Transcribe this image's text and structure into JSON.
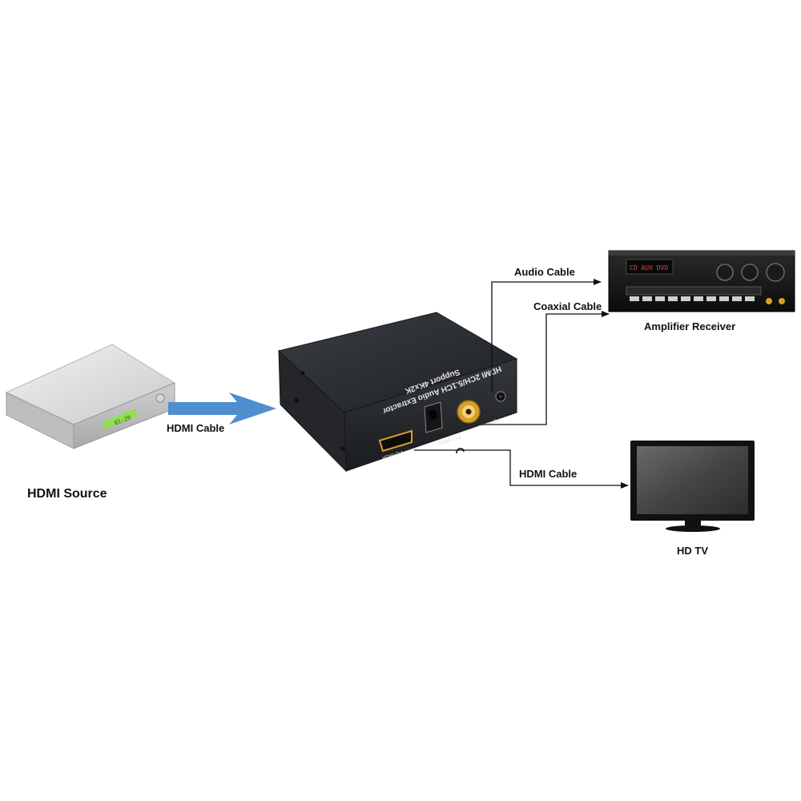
{
  "diagram": {
    "source_label": "HDMI Source",
    "input_cable_label": "HDMI Cable",
    "audio_cable_label": "Audio Cable",
    "coaxial_cable_label": "Coaxial Cable",
    "output_cable_label": "HDMI Cable",
    "amplifier_label": "Amplifier Receiver",
    "tv_label": "HD TV"
  },
  "device": {
    "title_line1": "HDMI 2CH/5.1CH Audio Extractor",
    "title_line2": "Support 4Kx2K",
    "port_hdmi_out": "HDMI Out",
    "port_spdif_out": "SPDIF Out",
    "port_stereo_out": "Stereo Out"
  },
  "source_device": {
    "display_text": "01:20"
  },
  "receiver": {
    "display_text": "CD  AUX  DVD"
  },
  "colors": {
    "arrow_blue": "#4f8fd0",
    "line": "#111111",
    "device_body": "#2b2d31",
    "port_gold": "#d4a12a",
    "source_display": "#8fe04a",
    "tv_screen": "#4a4a4a"
  }
}
